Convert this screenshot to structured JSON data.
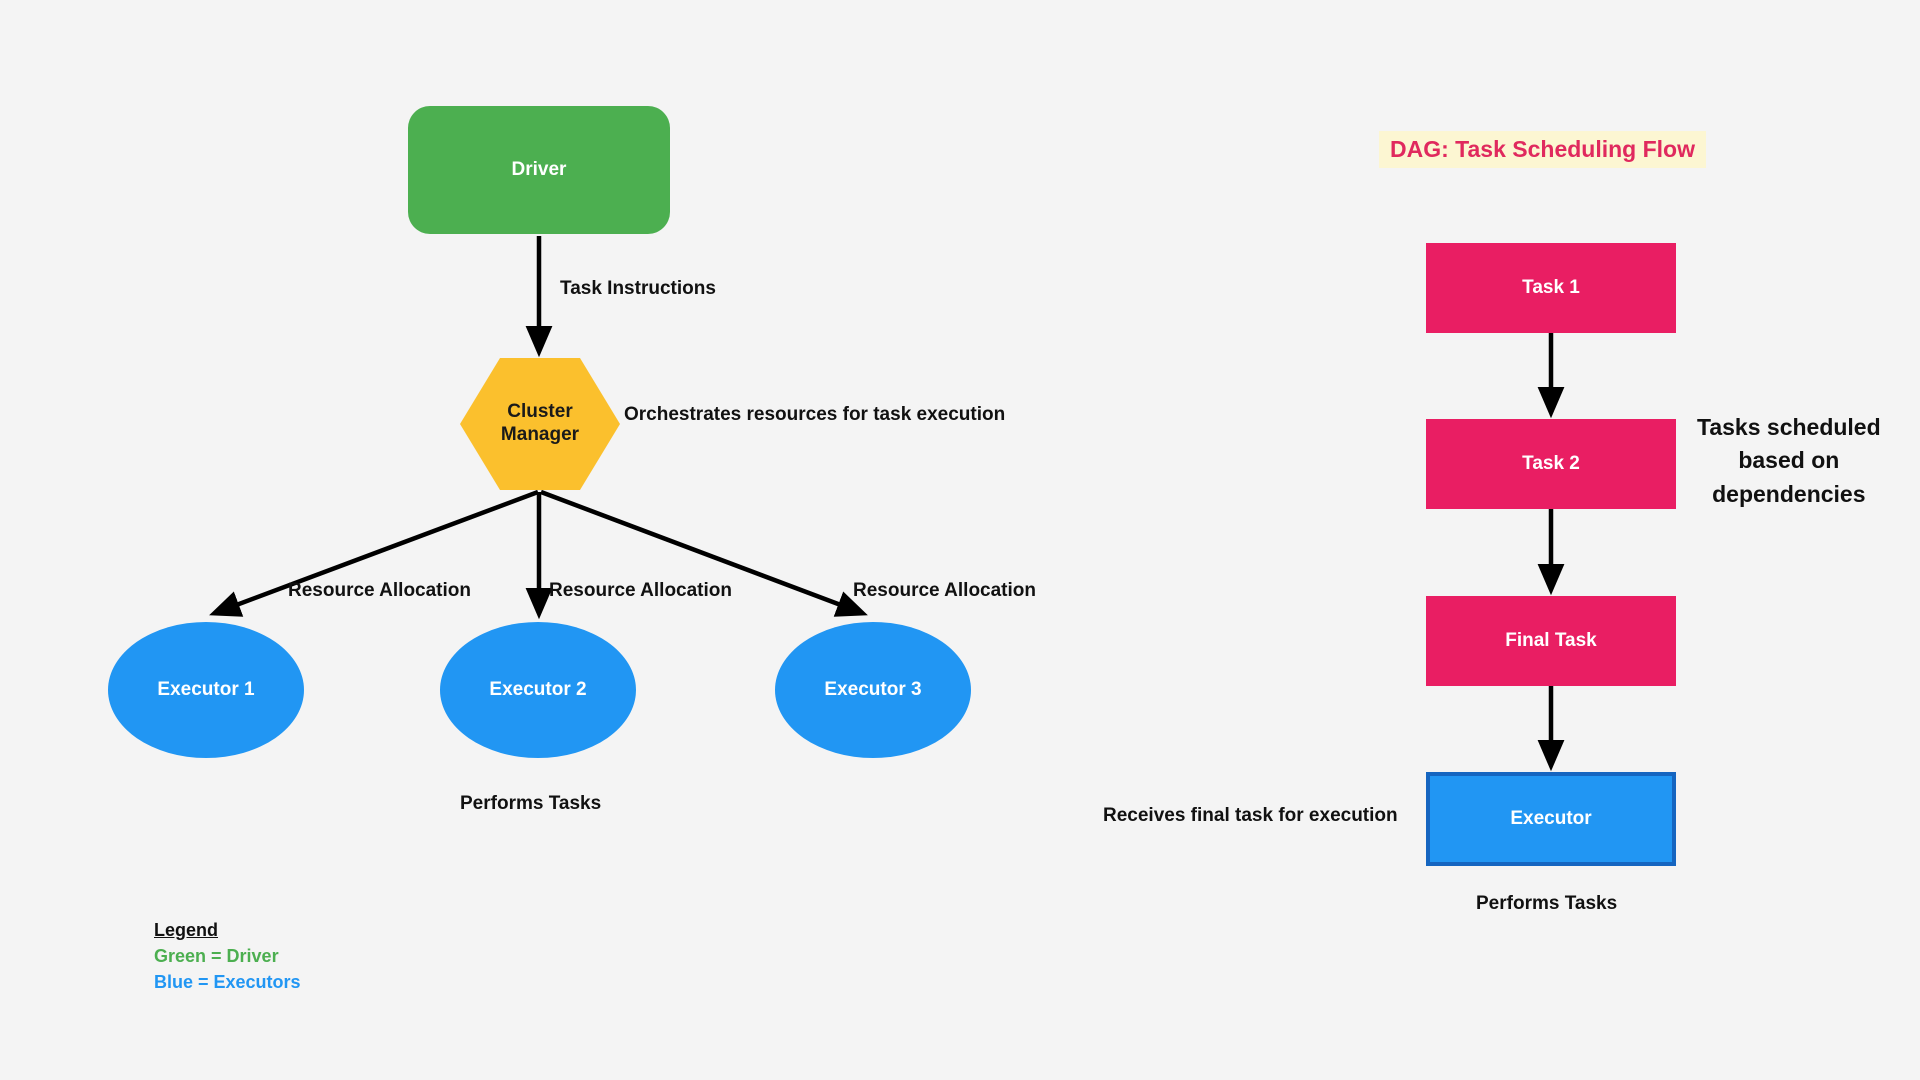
{
  "background_color": "#f4f4f4",
  "colors": {
    "driver_green": "#4CAF50",
    "cluster_manager_yellow": "#FBC02D",
    "executor_blue": "#2196F3",
    "executor_border_blue": "#1565C0",
    "task_crimson": "#E91E63",
    "dag_title_text": "#E0295E",
    "dag_title_background": "#FCF6D2",
    "arrow_black": "#000000",
    "text_black": "#111111"
  },
  "cluster_diagram": {
    "driver": {
      "label": "Driver",
      "shape": "rounded-rectangle",
      "color": "#4CAF50"
    },
    "cluster_manager": {
      "label": "Cluster\nManager",
      "shape": "hexagon",
      "color": "#FBC02D"
    },
    "executors": [
      {
        "label": "Executor 1",
        "shape": "ellipse",
        "color": "#2196F3"
      },
      {
        "label": "Executor 2",
        "shape": "ellipse",
        "color": "#2196F3"
      },
      {
        "label": "Executor 3",
        "shape": "ellipse",
        "color": "#2196F3"
      }
    ],
    "edge_labels": {
      "driver_to_cluster_manager": "Task Instructions",
      "cluster_manager_note": "Orchestrates resources for task execution",
      "resource_allocation_1": "Resource Allocation",
      "resource_allocation_2": "Resource Allocation",
      "resource_allocation_3": "Resource Allocation",
      "executors_note": "Performs Tasks"
    }
  },
  "legend": {
    "title": "Legend",
    "items": [
      {
        "text": "Green = Driver",
        "color": "#4CAF50"
      },
      {
        "text": "Blue = Executors",
        "color": "#2196F3"
      }
    ]
  },
  "dag_diagram": {
    "title": "DAG: Task Scheduling Flow",
    "nodes": [
      {
        "label": "Task 1",
        "shape": "rectangle",
        "color": "#E91E63"
      },
      {
        "label": "Task 2",
        "shape": "rectangle",
        "color": "#E91E63"
      },
      {
        "label": "Final Task",
        "shape": "rectangle",
        "color": "#E91E63"
      },
      {
        "label": "Executor",
        "shape": "rectangle",
        "color": "#2196F3"
      }
    ],
    "annotations": {
      "dependencies_note": "Tasks scheduled\nbased on\ndependencies",
      "receives_final_task": "Receives final task for execution",
      "performs_tasks": "Performs Tasks"
    }
  }
}
